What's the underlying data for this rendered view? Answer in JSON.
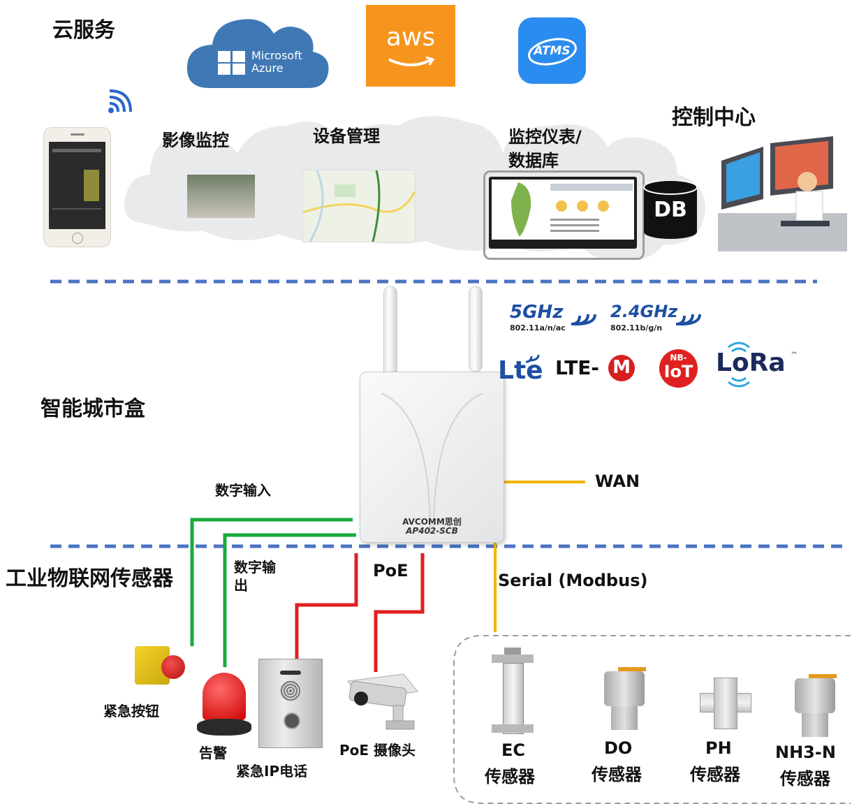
{
  "sections": {
    "cloud": "云服务",
    "control_center": "控制中心",
    "smart_box": "智能城市盒",
    "iiot_sensors": "工业物联网传感器"
  },
  "cloud_services": {
    "azure_line1": "Microsoft",
    "azure_line2": "Azure",
    "aws": "aws",
    "atms": "ATMS"
  },
  "cloud_features": {
    "video": "影像监控",
    "device": "设备管理",
    "monitor_line1": "监控仪表/",
    "monitor_line2": "数据库",
    "db": "DB"
  },
  "wireless": {
    "g5": "5GHz",
    "g5_std": "802.11a/n/ac",
    "g24": "2.4GHz",
    "g24_std": "802.11b/g/n",
    "lte": "Lte",
    "ltem_prefix": "LTE-",
    "ltem_m": "M",
    "nbiot_top": "NB-",
    "nbiot_bottom": "IoT",
    "lora": "LoRa",
    "lora_tm": "™"
  },
  "device": {
    "brand": "AVCOMM",
    "brand_cn": "思创",
    "model": "AP402-SCB"
  },
  "ports": {
    "digital_in": "数字输入",
    "digital_out_line1": "数字输",
    "digital_out_line2": "出",
    "poe": "PoE",
    "wan": "WAN",
    "serial": "Serial (Modbus)"
  },
  "devices": {
    "emergency_button": "紧急按钮",
    "alarm": "告警",
    "ip_phone": "紧急IP电话",
    "poe_camera": "PoE 摄像头"
  },
  "sensors": [
    {
      "line1": "EC",
      "line2": "传感器"
    },
    {
      "line1": "DO",
      "line2": "传感器"
    },
    {
      "line1": "PH",
      "line2": "传感器"
    },
    {
      "line1": "NH3-N",
      "line2": "传感器"
    }
  ],
  "colors": {
    "dashed_divider": "#4a73c2",
    "digital_line": "#1aaa3c",
    "poe_line": "#e02020",
    "wan_line": "#f5b400",
    "cloud": "#e9eaec",
    "azure": "#3f78b5",
    "aws": "#f7941d",
    "atms": "#2b8cf0"
  }
}
